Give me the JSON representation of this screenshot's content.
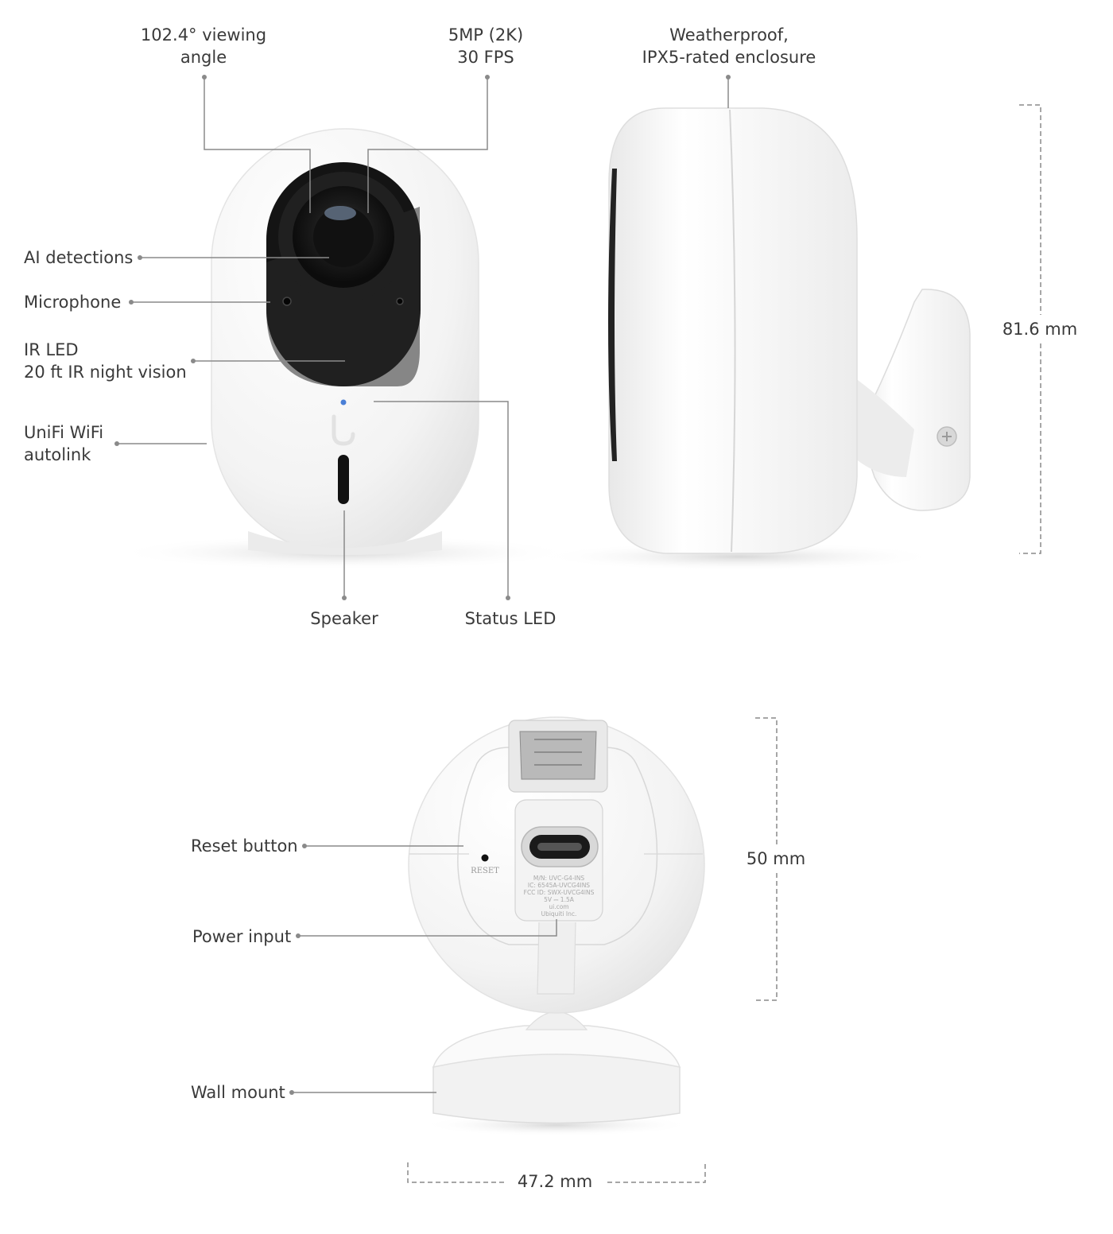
{
  "callouts": {
    "viewing_angle": [
      "102.4° viewing",
      "angle"
    ],
    "resolution": [
      "5MP (2K)",
      "30 FPS"
    ],
    "weatherproof": [
      "Weatherproof,",
      "IPX5-rated enclosure"
    ],
    "ai_detections": "AI detections",
    "microphone": "Microphone",
    "ir_led": [
      "IR LED",
      "20 ft IR night vision"
    ],
    "wifi": [
      "UniFi WiFi",
      "autolink"
    ],
    "speaker": "Speaker",
    "status_led": "Status LED",
    "reset_button": "Reset button",
    "power_input": "Power input",
    "wall_mount": "Wall mount"
  },
  "dimensions": {
    "height": "81.6 mm",
    "depth": "50 mm",
    "width": "47.2 mm"
  },
  "device_text": {
    "reset": "RESET",
    "label_lines": [
      "M/N: UVC-G4-INS",
      "IC: 6545A-UVCG4INS",
      "FCC ID: SWX-UVCG4INS",
      "5V ⎓ 1.5A",
      "ui.com",
      "Ubiquiti Inc."
    ]
  },
  "colors": {
    "callout_line": "#8a8a8a",
    "body": "#f4f4f4",
    "lens_panel": "#141414",
    "status_led": "#4a7fd6"
  }
}
